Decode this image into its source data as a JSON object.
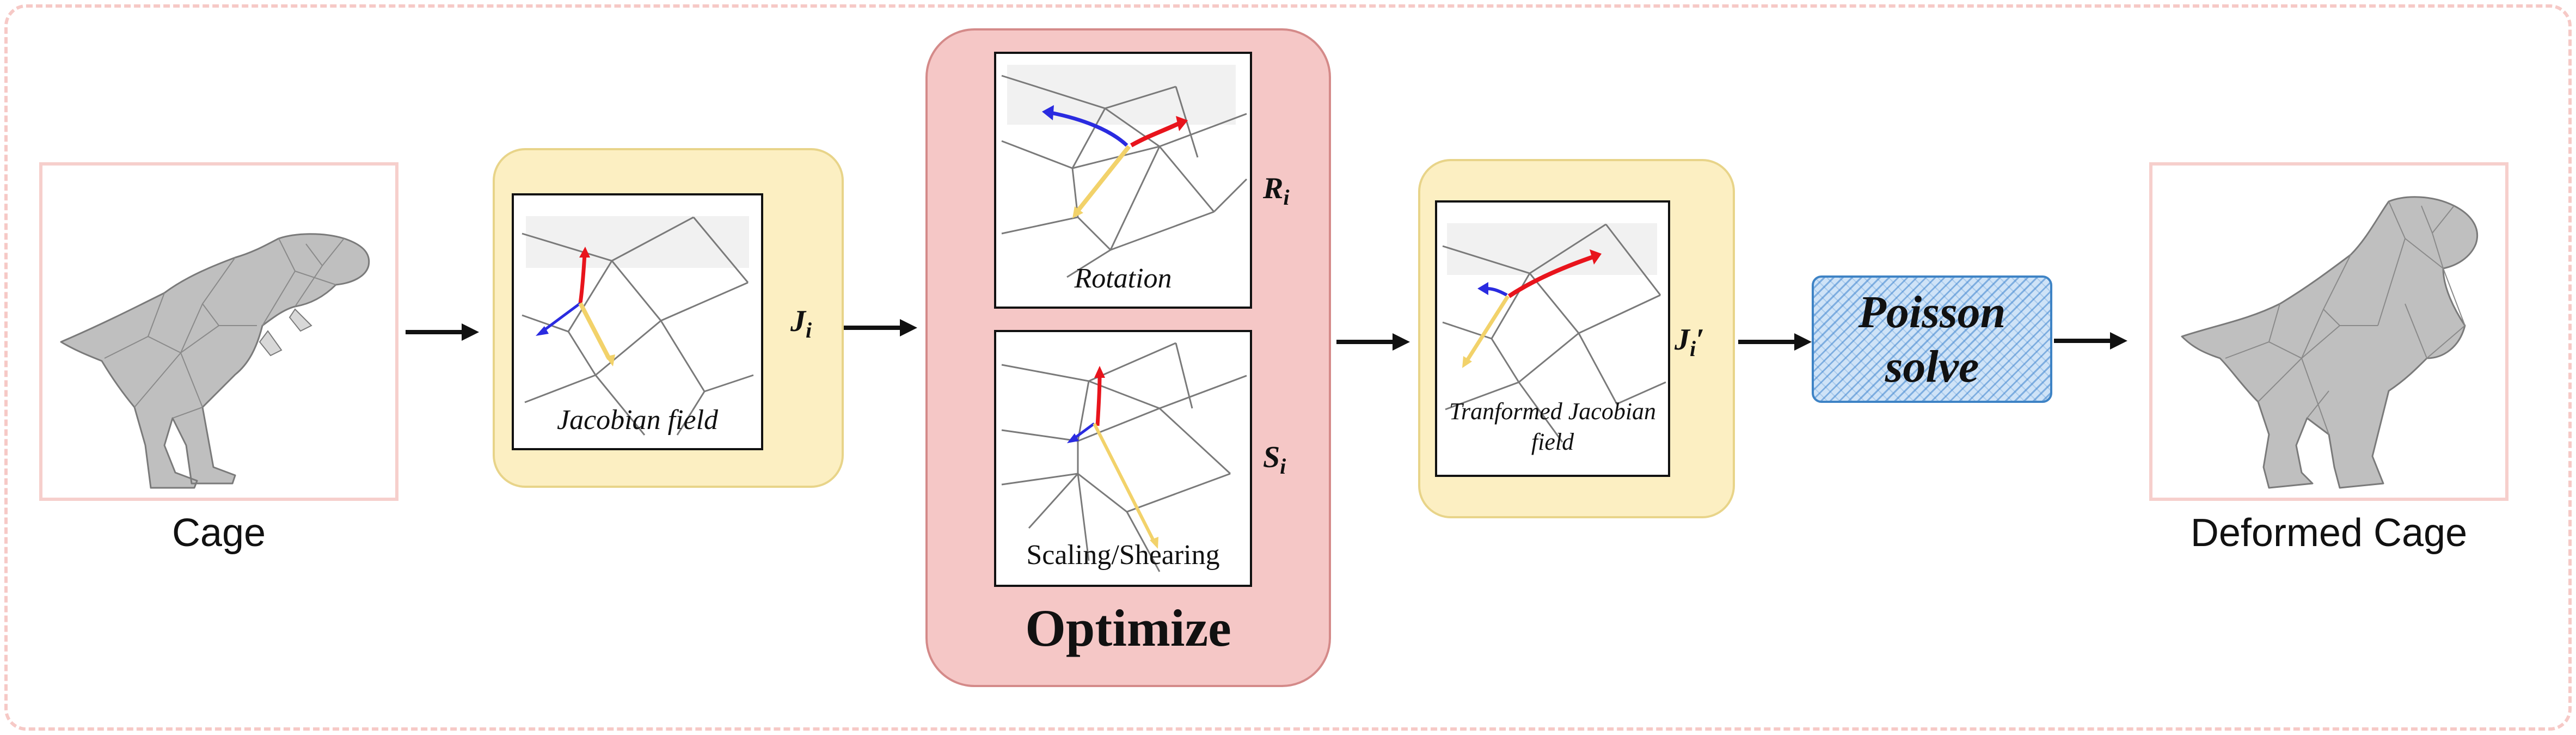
{
  "labels": {
    "cage": "Cage",
    "deformed_cage": "Deformed Cage",
    "jacobian_field": "Jacobian field",
    "rotation": "Rotation",
    "scaling_shearing": "Scaling/Shearing",
    "optimize": "Optimize",
    "transformed_jacobian_line1": "Tranformed Jacobian",
    "transformed_jacobian_line2": "field",
    "poisson_line1": "Poisson",
    "poisson_line2": "solve"
  },
  "symbols": {
    "J_base": "J",
    "J_sub": "i",
    "R_base": "R",
    "R_sub": "i",
    "S_base": "S",
    "S_sub": "i",
    "Jprime_base": "J",
    "Jprime_sub": "i",
    "Jprime_prime": "′"
  },
  "colors": {
    "frame_dash": "#f6c9c6",
    "yellow_box": "#fcefc2",
    "pink_box": "#f5c7c6",
    "poisson_fill": "#cfe3f7",
    "arrow_red": "#e8141c",
    "arrow_blue": "#2a2be0",
    "arrow_yellow": "#f2d26a"
  },
  "icons": {
    "cage_model": "t-rex-mesh",
    "deformed_model": "deformed-t-rex-mesh"
  }
}
